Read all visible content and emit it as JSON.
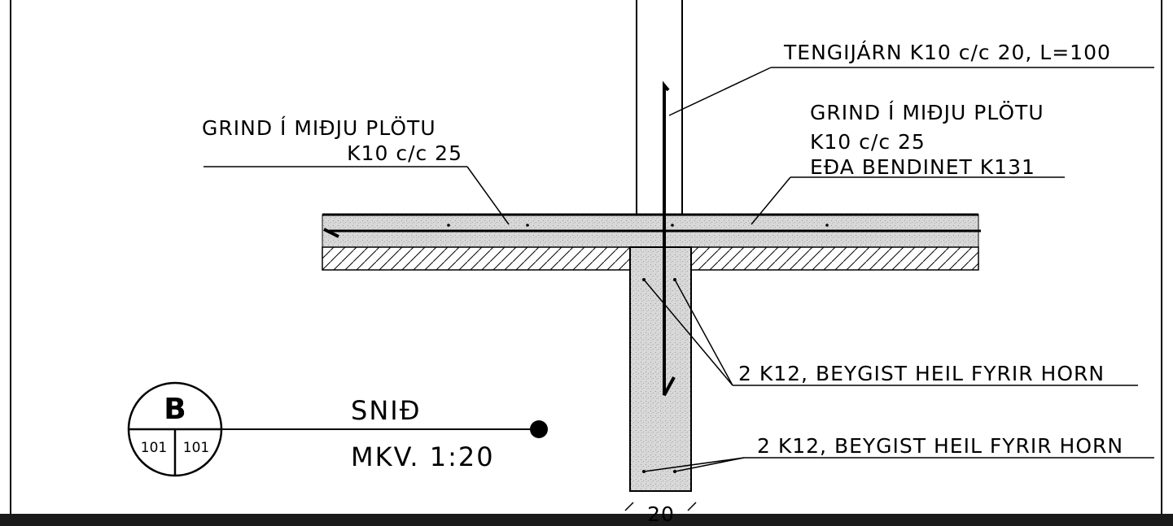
{
  "labels": {
    "tengijarn": "TENGIJÁRN K10 c/c 20, L=100",
    "left_grind_line1": "GRIND Í MIÐJU PLÖTU",
    "left_grind_line2": "K10 c/c 25",
    "right_grind_line1": "GRIND Í MIÐJU PLÖTU",
    "right_grind_line2": "K10 c/c 25",
    "right_grind_line3": "EÐA BENDINET K131",
    "k12_upper": "2 K12, BEYGIST HEIL FYRIR HORN",
    "k12_lower": "2 K12, BEYGIST HEIL FYRIR HORN",
    "dimension": "20"
  },
  "section": {
    "letter": "B",
    "sheet_left": "101",
    "sheet_right": "101",
    "title": "SNIÐ",
    "scale": "MKV. 1:20"
  },
  "colors": {
    "ink": "#000000",
    "concrete": "#d6d6d6",
    "background": "#ffffff",
    "bottom_bar": "#1a1a1a"
  }
}
